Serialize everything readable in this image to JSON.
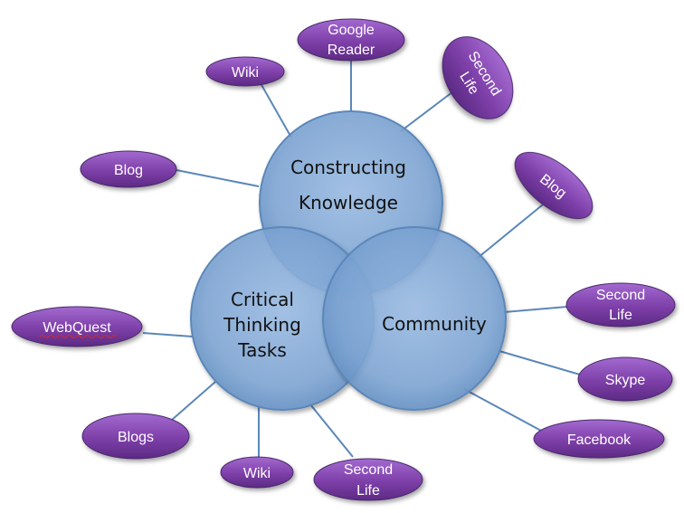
{
  "circles": {
    "constructing": {
      "line1": "Constructing",
      "line2": "Knowledge"
    },
    "critical": {
      "line1": "Critical",
      "line2": "Thinking",
      "line3": "Tasks"
    },
    "community": {
      "label": "Community"
    }
  },
  "tools": {
    "google_reader": {
      "line1": "Google",
      "line2": "Reader"
    },
    "wiki_top": {
      "label": "Wiki"
    },
    "second_life_top": {
      "line1": "Second",
      "line2": "Life"
    },
    "blog_left": {
      "label": "Blog"
    },
    "blog_right": {
      "label": "Blog"
    },
    "second_life_right": {
      "line1": "Second",
      "line2": "Life"
    },
    "skype": {
      "label": "Skype"
    },
    "facebook": {
      "label": "Facebook"
    },
    "webquest": {
      "label": "WebQuest"
    },
    "blogs": {
      "label": "Blogs"
    },
    "wiki_bottom": {
      "label": "Wiki"
    },
    "second_life_bottom": {
      "line1": "Second",
      "line2": "Life"
    }
  },
  "colors": {
    "circle_fill": "#7ea6d6",
    "circle_stroke": "#5b87b8",
    "pill_fill": "#7d3fa8",
    "connector": "#5b87b8"
  }
}
